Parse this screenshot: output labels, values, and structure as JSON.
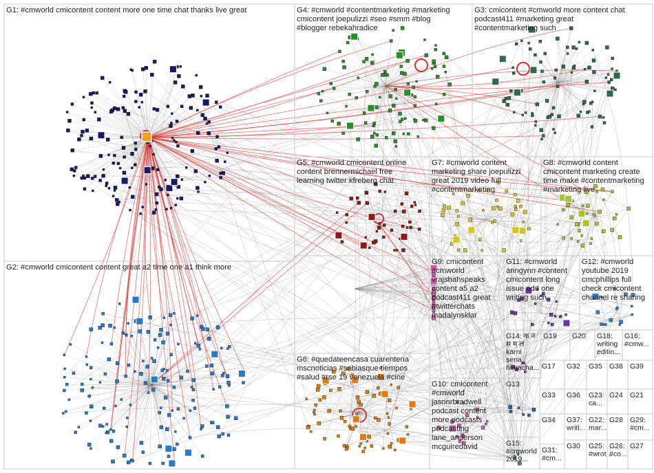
{
  "graph": {
    "edge_color": "#8a8a8a",
    "strong_edge_color": "#d83030",
    "node_border": "#1a1a1a"
  },
  "groups": [
    {
      "id": "G1",
      "lines": [
        "G1: #cmworld cmicontent content more one time chat thanks live great"
      ],
      "color": "#1a1a5e"
    },
    {
      "id": "G2",
      "lines": [
        "G2: #cmworld cmicontent content great a2 time one a1 think more"
      ],
      "color": "#2a79c2"
    },
    {
      "id": "G3",
      "lines": [
        "G3: cmicontent #cmworld more content chat",
        "podcast411 #marketing great",
        "#contentmarketing such"
      ],
      "color": "#2f6a4a"
    },
    {
      "id": "G4",
      "lines": [
        "G4: #cmworld #contentmarketing #marketing",
        "cmicontent joepulizzi #seo #smm #blog",
        "#blogger rebekahradice"
      ],
      "color": "#2e8b2e"
    },
    {
      "id": "G5",
      "lines": [
        "G5: #cmworld cmicontent online",
        "content brennermichael free",
        "learning twitter kfreberg chat"
      ],
      "color": "#8b1a1a"
    },
    {
      "id": "G6",
      "lines": [
        "G6: #quedateencasa cuarentena",
        "mscnoticias #sabiasque tiempos",
        "#salud #rse 19 venezuela #cine"
      ],
      "color": "#e07b10"
    },
    {
      "id": "G7",
      "lines": [
        "G7: #cmworld content",
        "marketing share joepulizzi",
        "great 2019 video full",
        "#contentmarketing"
      ],
      "color": "#d6c42a"
    },
    {
      "id": "G8",
      "lines": [
        "G8: #cmworld content",
        "cmicontent marketing create",
        "time make #contentmarketing",
        "#marketing live"
      ],
      "color": "#a6c630"
    },
    {
      "id": "G9",
      "lines": [
        "G9: cmicontent",
        "#cmworld",
        "vrajshahspeaks",
        "content a5 a2",
        "podcast411 great",
        "#twitterchats",
        "madalynsklar"
      ],
      "color": "#d45aa8"
    },
    {
      "id": "G10",
      "lines": [
        "G10: cmicontent",
        "#cmworld",
        "jasonrbradwell",
        "podcast content",
        "more podcasts",
        "podcasting",
        "lane_anderson",
        "mcguiredavid"
      ],
      "color": "#c25fa0"
    },
    {
      "id": "G11",
      "lines": [
        "G11: #cmworld",
        "anngynn #content",
        "cmicontent long",
        "issue add one",
        "writing such"
      ],
      "color": "#6a3a9a"
    },
    {
      "id": "G12",
      "lines": [
        "G12: #cmworld",
        "youtube 2019",
        "cmcphillips full",
        "check cmicontent",
        "channel re sharing"
      ],
      "color": "#3a7fbf"
    },
    {
      "id": "G13",
      "lines": [
        "G13"
      ],
      "color": "#2a5fa0"
    },
    {
      "id": "G14",
      "lines": [
        "G14: क न",
        "स म ल",
        "karni",
        "sena",
        "himacha..."
      ],
      "color": "#7a3a8a"
    },
    {
      "id": "G15",
      "lines": [
        "G15:",
        "#cmworld",
        "2019..."
      ],
      "color": "#4a8a5a"
    },
    {
      "id": "G16",
      "lines": [
        "G16:",
        "#cmw..."
      ],
      "color": "#5a7a9a"
    },
    {
      "id": "G17",
      "lines": [
        "G17"
      ],
      "color": "#3a6a9a"
    },
    {
      "id": "G18",
      "lines": [
        "G18:",
        "writing",
        "editin..."
      ],
      "color": "#8a6a2a"
    },
    {
      "id": "G19",
      "lines": [
        "G19"
      ],
      "color": "#6a8a3a"
    },
    {
      "id": "G20",
      "lines": [
        "G20"
      ],
      "color": "#5a9a6a"
    },
    {
      "id": "G21",
      "lines": [
        "G21"
      ],
      "color": "#7a5a9a"
    },
    {
      "id": "G22",
      "lines": [
        "G22:",
        "mar..."
      ],
      "color": "#9a6a3a"
    },
    {
      "id": "G23",
      "lines": [
        "G23:",
        "ca..."
      ],
      "color": "#3a8a8a"
    },
    {
      "id": "G24",
      "lines": [
        "G24"
      ],
      "color": "#6a6a2a"
    },
    {
      "id": "G25",
      "lines": [
        "G25:",
        "#wrot..."
      ],
      "color": "#8a3a5a"
    },
    {
      "id": "G26",
      "lines": [
        "G26:",
        "#co..."
      ],
      "color": "#3a5a8a"
    },
    {
      "id": "G27",
      "lines": [
        "G27"
      ],
      "color": "#5a3a7a"
    },
    {
      "id": "G28",
      "lines": [
        "G28"
      ],
      "color": "#2a7a5a"
    },
    {
      "id": "G29",
      "lines": [
        "G29:",
        "#cm..."
      ],
      "color": "#7a7a3a"
    },
    {
      "id": "G30",
      "lines": [
        "G30"
      ],
      "color": "#e0902a"
    },
    {
      "id": "G31",
      "lines": [
        "G31:",
        "#cm..."
      ],
      "color": "#4a4a8a"
    },
    {
      "id": "G32",
      "lines": [
        "G32"
      ],
      "color": "#3a9a3a"
    },
    {
      "id": "G33",
      "lines": [
        "G33"
      ],
      "color": "#9a4a4a"
    },
    {
      "id": "G34",
      "lines": [
        "G34"
      ],
      "color": "#4a7a9a"
    },
    {
      "id": "G35",
      "lines": [
        "G35"
      ],
      "color": "#6a4a6a"
    },
    {
      "id": "G36",
      "lines": [
        "G36"
      ],
      "color": "#3a6a5a"
    },
    {
      "id": "G37",
      "lines": [
        "G37:",
        "writi..."
      ],
      "color": "#8a5a3a"
    },
    {
      "id": "G38",
      "lines": [
        "G38"
      ],
      "color": "#5a5a5a"
    },
    {
      "id": "G39",
      "lines": [
        "G39"
      ],
      "color": "#2a5a7a"
    }
  ]
}
